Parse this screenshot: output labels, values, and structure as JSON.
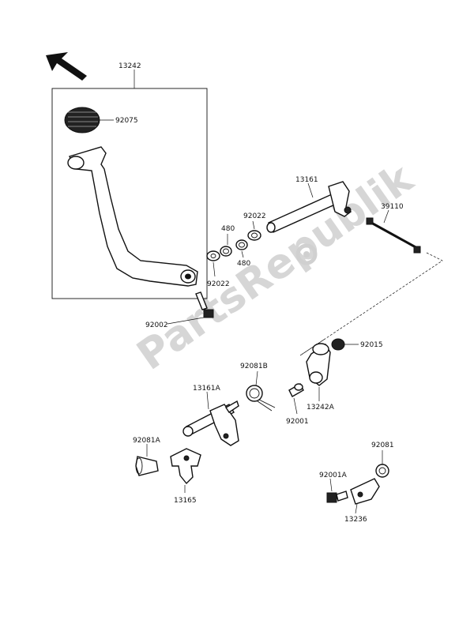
{
  "watermark": {
    "text": "PartsRepublik"
  },
  "labels": {
    "p13242": "13242",
    "p92075": "92075",
    "p13161": "13161",
    "p39110": "39110",
    "p92022_top": "92022",
    "p480_top": "480",
    "p480_bottom": "480",
    "p92022_bottom": "92022",
    "p92002": "92002",
    "p92015": "92015",
    "p92081B": "92081B",
    "p13161A": "13161A",
    "p92001": "92001",
    "p13242A": "13242A",
    "p92081A": "92081A",
    "p13165": "13165",
    "p92081": "92081",
    "p92001A": "92001A",
    "p13236": "13236"
  },
  "icons": {
    "direction": "front-direction-arrow-icon"
  }
}
